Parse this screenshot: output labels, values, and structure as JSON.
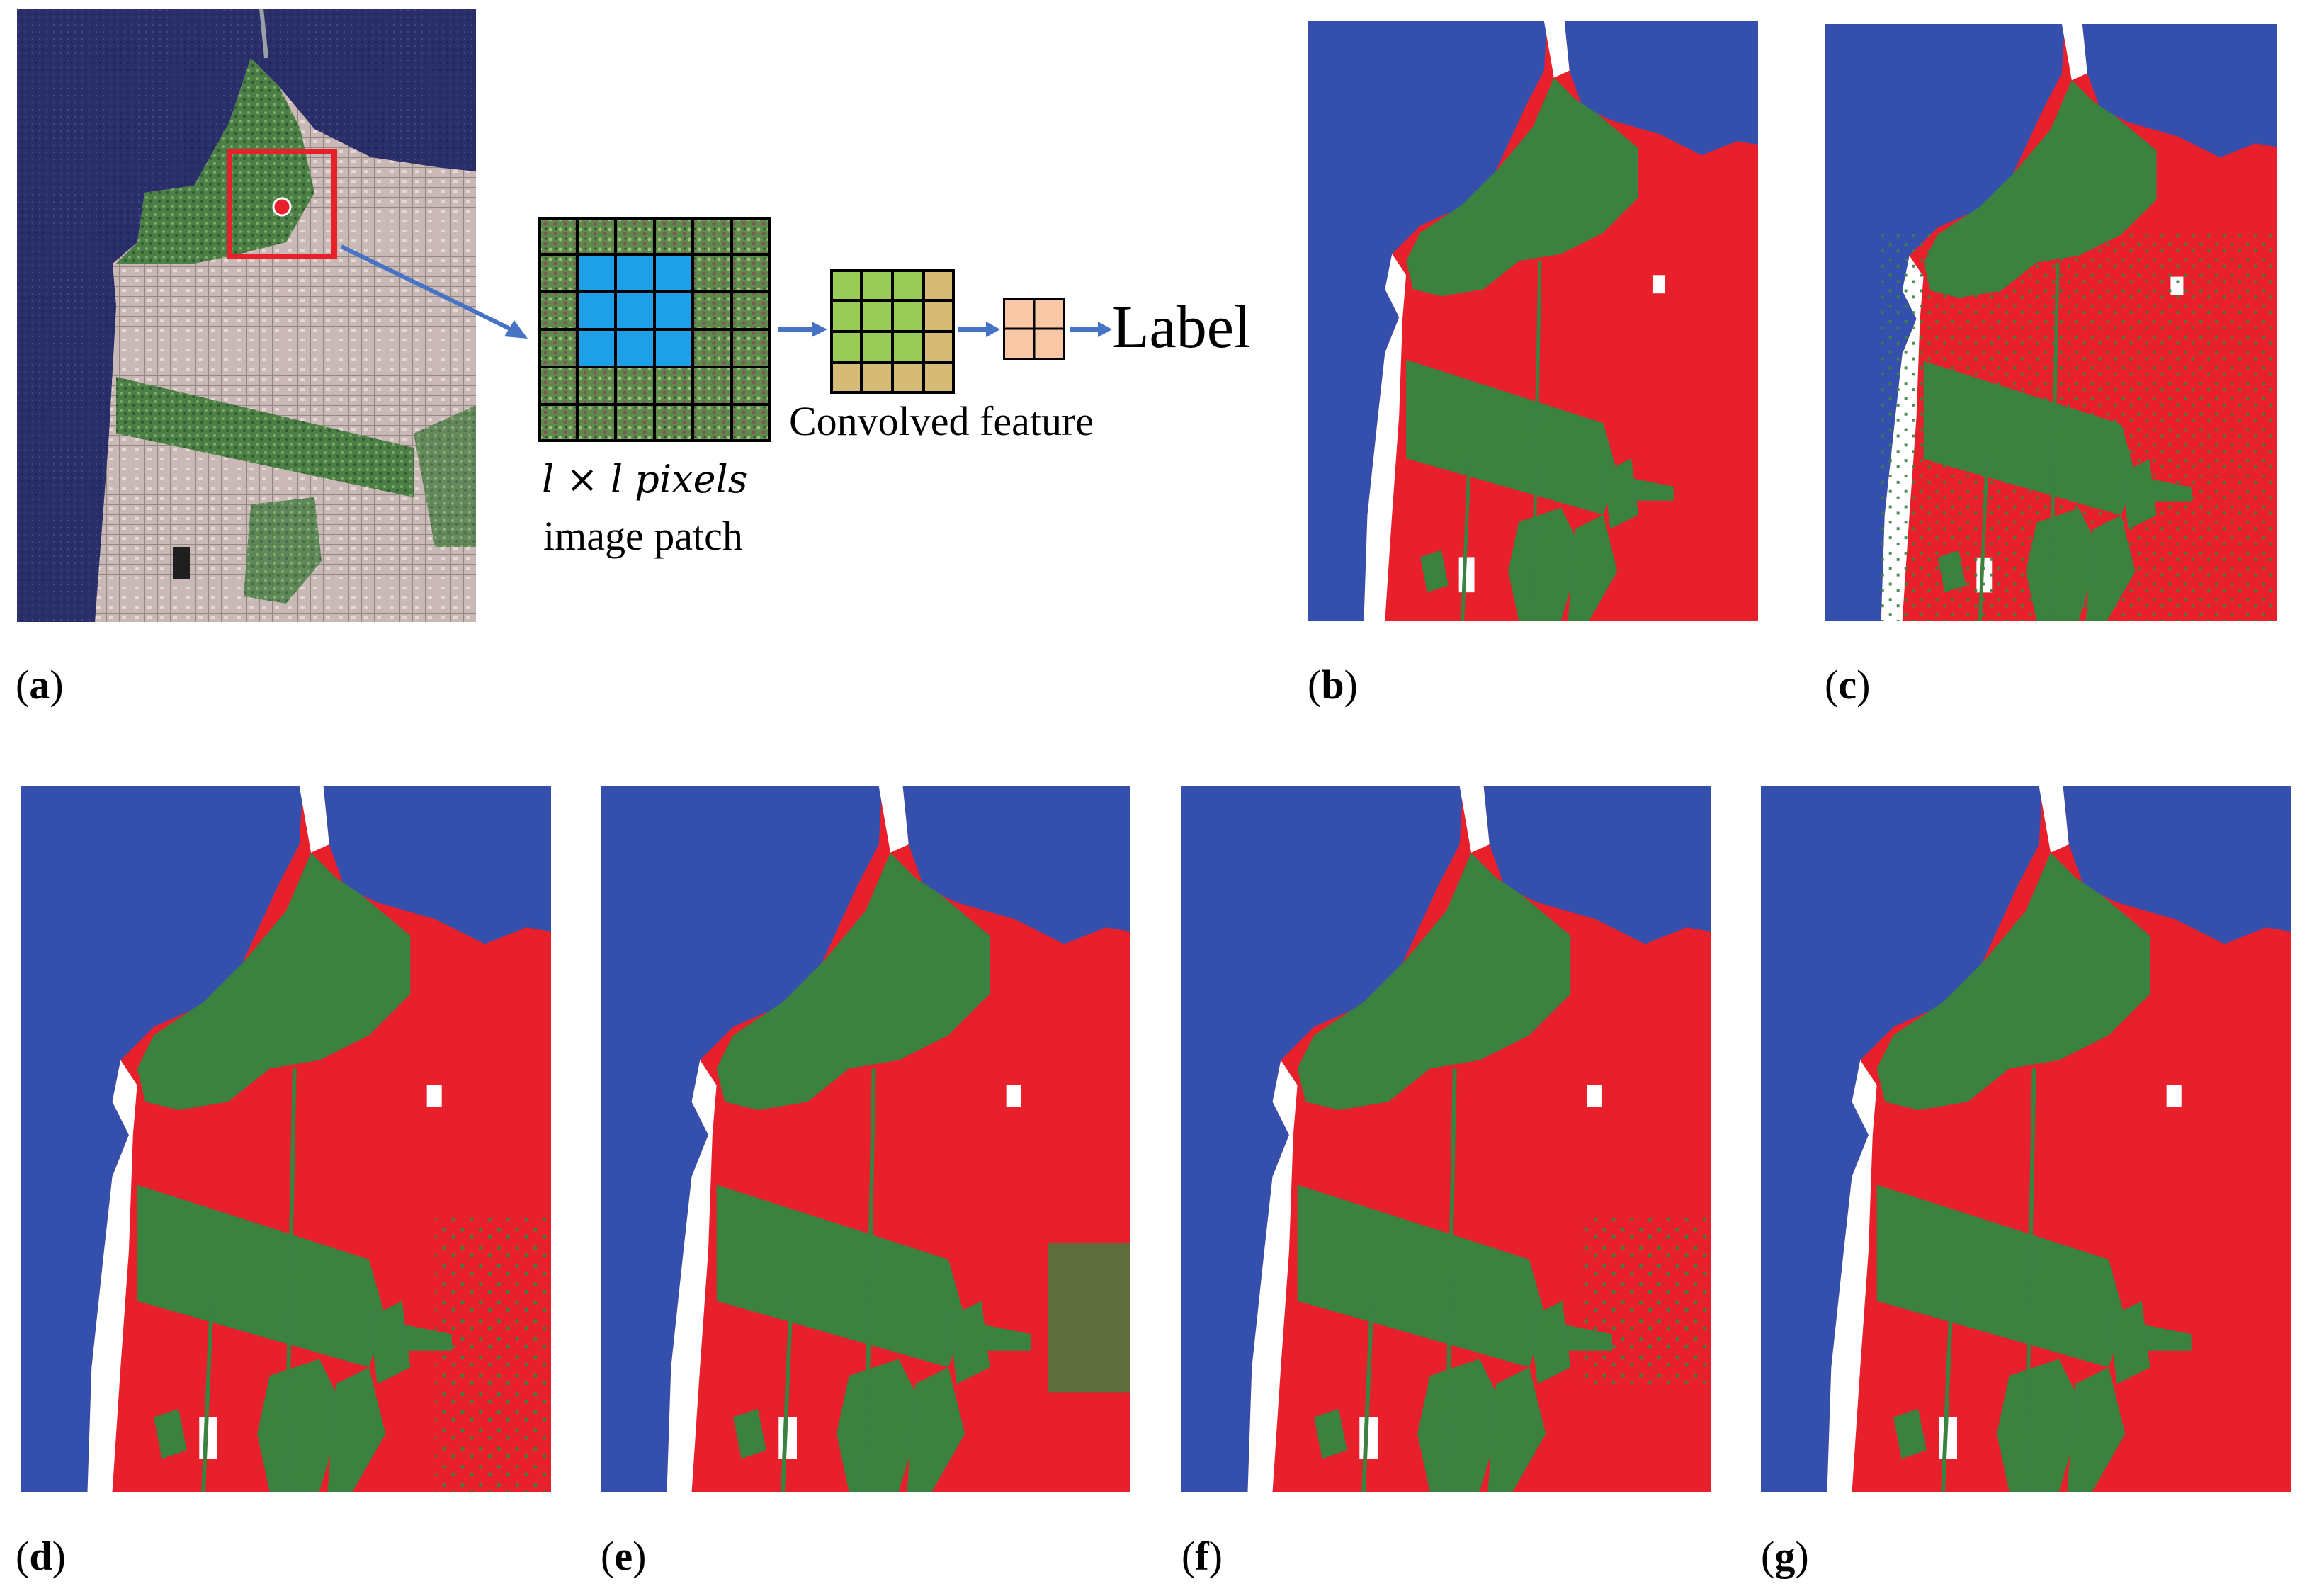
{
  "colors": {
    "water": "#3550ac",
    "urban": "#e8202c",
    "vegetation": "#3b8140",
    "patch_highlight": "#1ea0e8",
    "conv_green": "#98cc56",
    "conv_tan": "#d6bb77",
    "pool_peach": "#f8c8a6",
    "arrow": "#4673c4",
    "selection_box": "#e8202c"
  },
  "icons": {
    "arrow": "arrow-right-icon",
    "sample_point": "red-dot-icon"
  },
  "diagram": {
    "patch_line1": "l × l pixels",
    "patch_line2": "image patch",
    "convolved_label": "Convolved feature",
    "output_label": "Label"
  },
  "captions": {
    "a": "a",
    "b": "b",
    "c": "c",
    "d": "d",
    "e": "e",
    "f": "f",
    "g": "g"
  }
}
